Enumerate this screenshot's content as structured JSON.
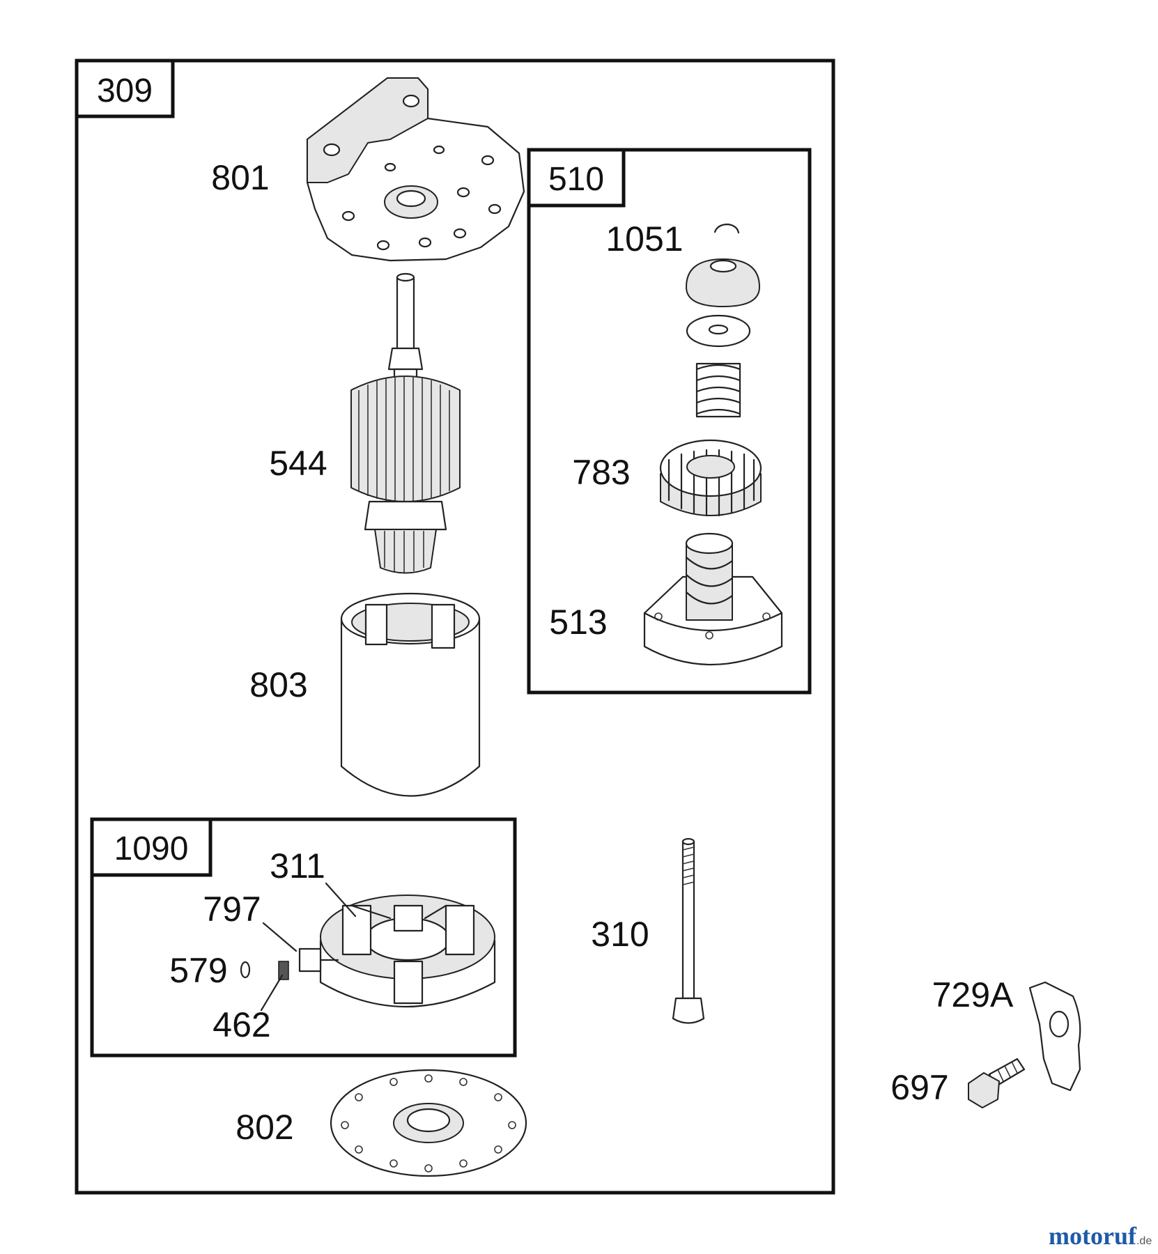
{
  "boxes": {
    "main": "309",
    "drive": "510",
    "brush": "1090"
  },
  "parts": {
    "p801": "801",
    "p544": "544",
    "p803": "803",
    "p802": "802",
    "p1051": "1051",
    "p783": "783",
    "p513": "513",
    "p311": "311",
    "p797": "797",
    "p579": "579",
    "p462": "462",
    "p310": "310",
    "p729a": "729A",
    "p697": "697"
  },
  "watermark": {
    "brand": "motoruf",
    "suffix": ".de",
    "colors": [
      "#1e5aa8",
      "#e8a100",
      "#2e8b3e",
      "#d42a1e"
    ]
  }
}
